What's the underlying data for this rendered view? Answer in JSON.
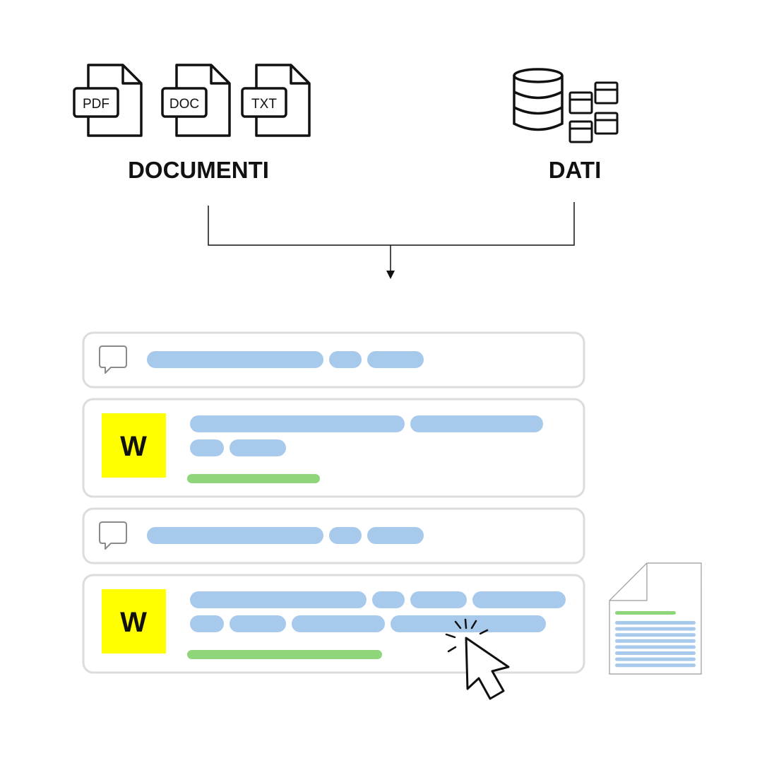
{
  "sources": {
    "documents": {
      "label": "DOCUMENTI",
      "files": [
        {
          "badge": "PDF",
          "icon": "pdf-file-icon"
        },
        {
          "badge": "DOC",
          "icon": "doc-file-icon"
        },
        {
          "badge": "TXT",
          "icon": "txt-file-icon"
        }
      ]
    },
    "data": {
      "label": "DATI",
      "icons": [
        "database-icon",
        "table-grid-icon"
      ]
    }
  },
  "results": [
    {
      "kind": "chat",
      "icon": "chat-bubble-icon",
      "lines": [
        [
          250,
          46,
          80
        ]
      ],
      "highlight": 0
    },
    {
      "kind": "doc",
      "badge": "W",
      "lines": [
        [
          304,
          188
        ],
        [
          48,
          80
        ]
      ],
      "highlight": 188
    },
    {
      "kind": "chat",
      "icon": "chat-bubble-icon",
      "lines": [
        [
          250,
          46,
          80
        ]
      ],
      "highlight": 0
    },
    {
      "kind": "doc",
      "badge": "W",
      "lines": [
        [
          250,
          46,
          80,
          132
        ],
        [
          48,
          80,
          132,
          220
        ]
      ],
      "highlight": 276
    }
  ],
  "preview": {
    "icon": "document-preview-icon",
    "highlight_lines": 1,
    "text_lines": 8
  },
  "cursor": {
    "icon": "click-cursor-icon"
  },
  "colors": {
    "text_line": "#a7c9eb",
    "highlight": "#8fd67a",
    "badge_bg": "#ffff00",
    "card_border": "#dcdcdc",
    "stroke": "#111111"
  }
}
